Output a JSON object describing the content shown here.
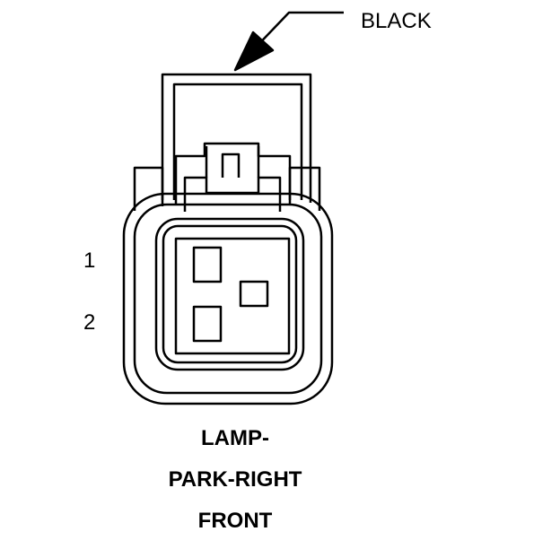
{
  "callout": {
    "color_label": "BLACK"
  },
  "pins": [
    {
      "label": "1"
    },
    {
      "label": "2"
    }
  ],
  "connector_title": {
    "lines": [
      "LAMP-",
      "PARK-RIGHT",
      "FRONT"
    ]
  },
  "colors": {
    "line": "#000000",
    "background": "#ffffff"
  }
}
